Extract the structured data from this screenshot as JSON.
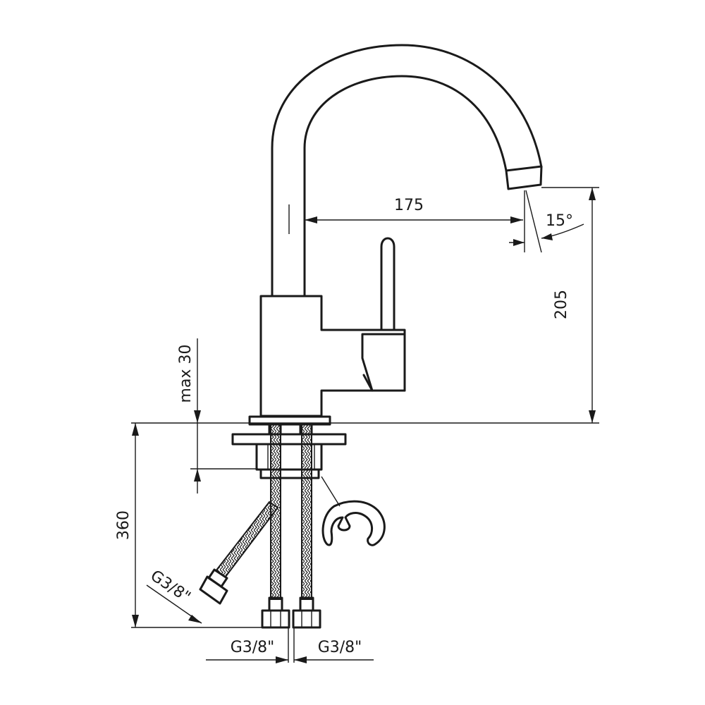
{
  "dimensions": {
    "spout_reach": "175",
    "spout_angle": "15°",
    "spout_height": "205",
    "max_worktop_thickness": "max 30",
    "hose_length": "360",
    "side_hose_thread": "G3/8\"",
    "left_hose_thread": "G3/8\"",
    "right_hose_thread": "G3/8\""
  },
  "colors": {
    "line": "#1a1a1a",
    "background": "#ffffff"
  }
}
